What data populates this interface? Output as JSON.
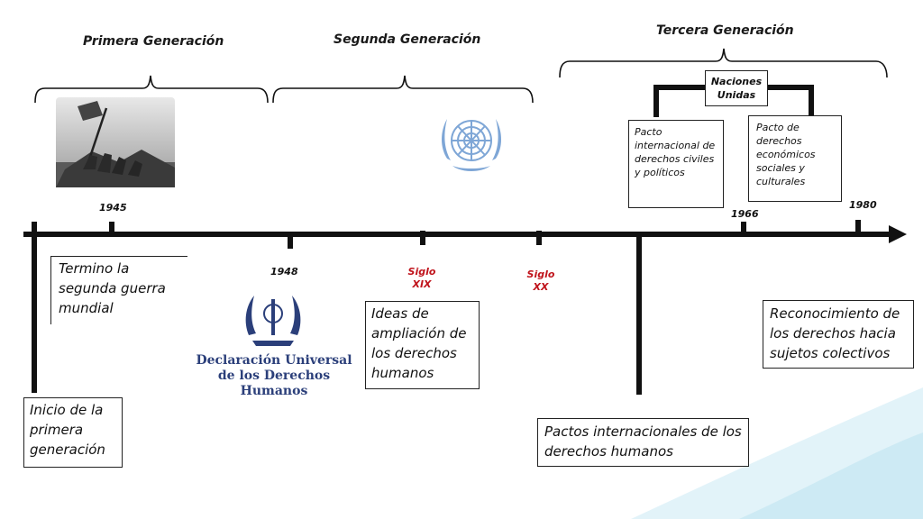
{
  "generations": {
    "first": "Primera Generación",
    "second": "Segunda Generación",
    "third": "Tercera Generación"
  },
  "un_box": "Naciones Unidas",
  "pact_civil": "Pacto internacional de derechos civiles y políticos",
  "pact_economic": "Pacto de derechos económicos sociales y culturales",
  "years": {
    "y1945": "1945",
    "y1948": "1948",
    "y1966": "1966",
    "y1980": "1980",
    "siglo_xix": "Siglo XIX",
    "siglo_xx": "Siglo XX"
  },
  "events": {
    "end_ww2": "Termino la segunda guerra mundial",
    "start_first_gen": "Inicio de la primera generación",
    "ideas": "Ideas de ampliación de los derechos humanos",
    "pacts": "Pactos internacionales de los derechos humanos",
    "collective": "Reconocimiento de los derechos hacia sujetos colectivos"
  },
  "declaration_logo": {
    "line1": "Declaración Universal",
    "line2": "de los Derechos Humanos"
  },
  "colors": {
    "siglo_red": "#c0141c",
    "un_blue": "#7ea6d6",
    "declaration_blue": "#2b3f7a",
    "deco_teal": "#8fd3e6"
  }
}
